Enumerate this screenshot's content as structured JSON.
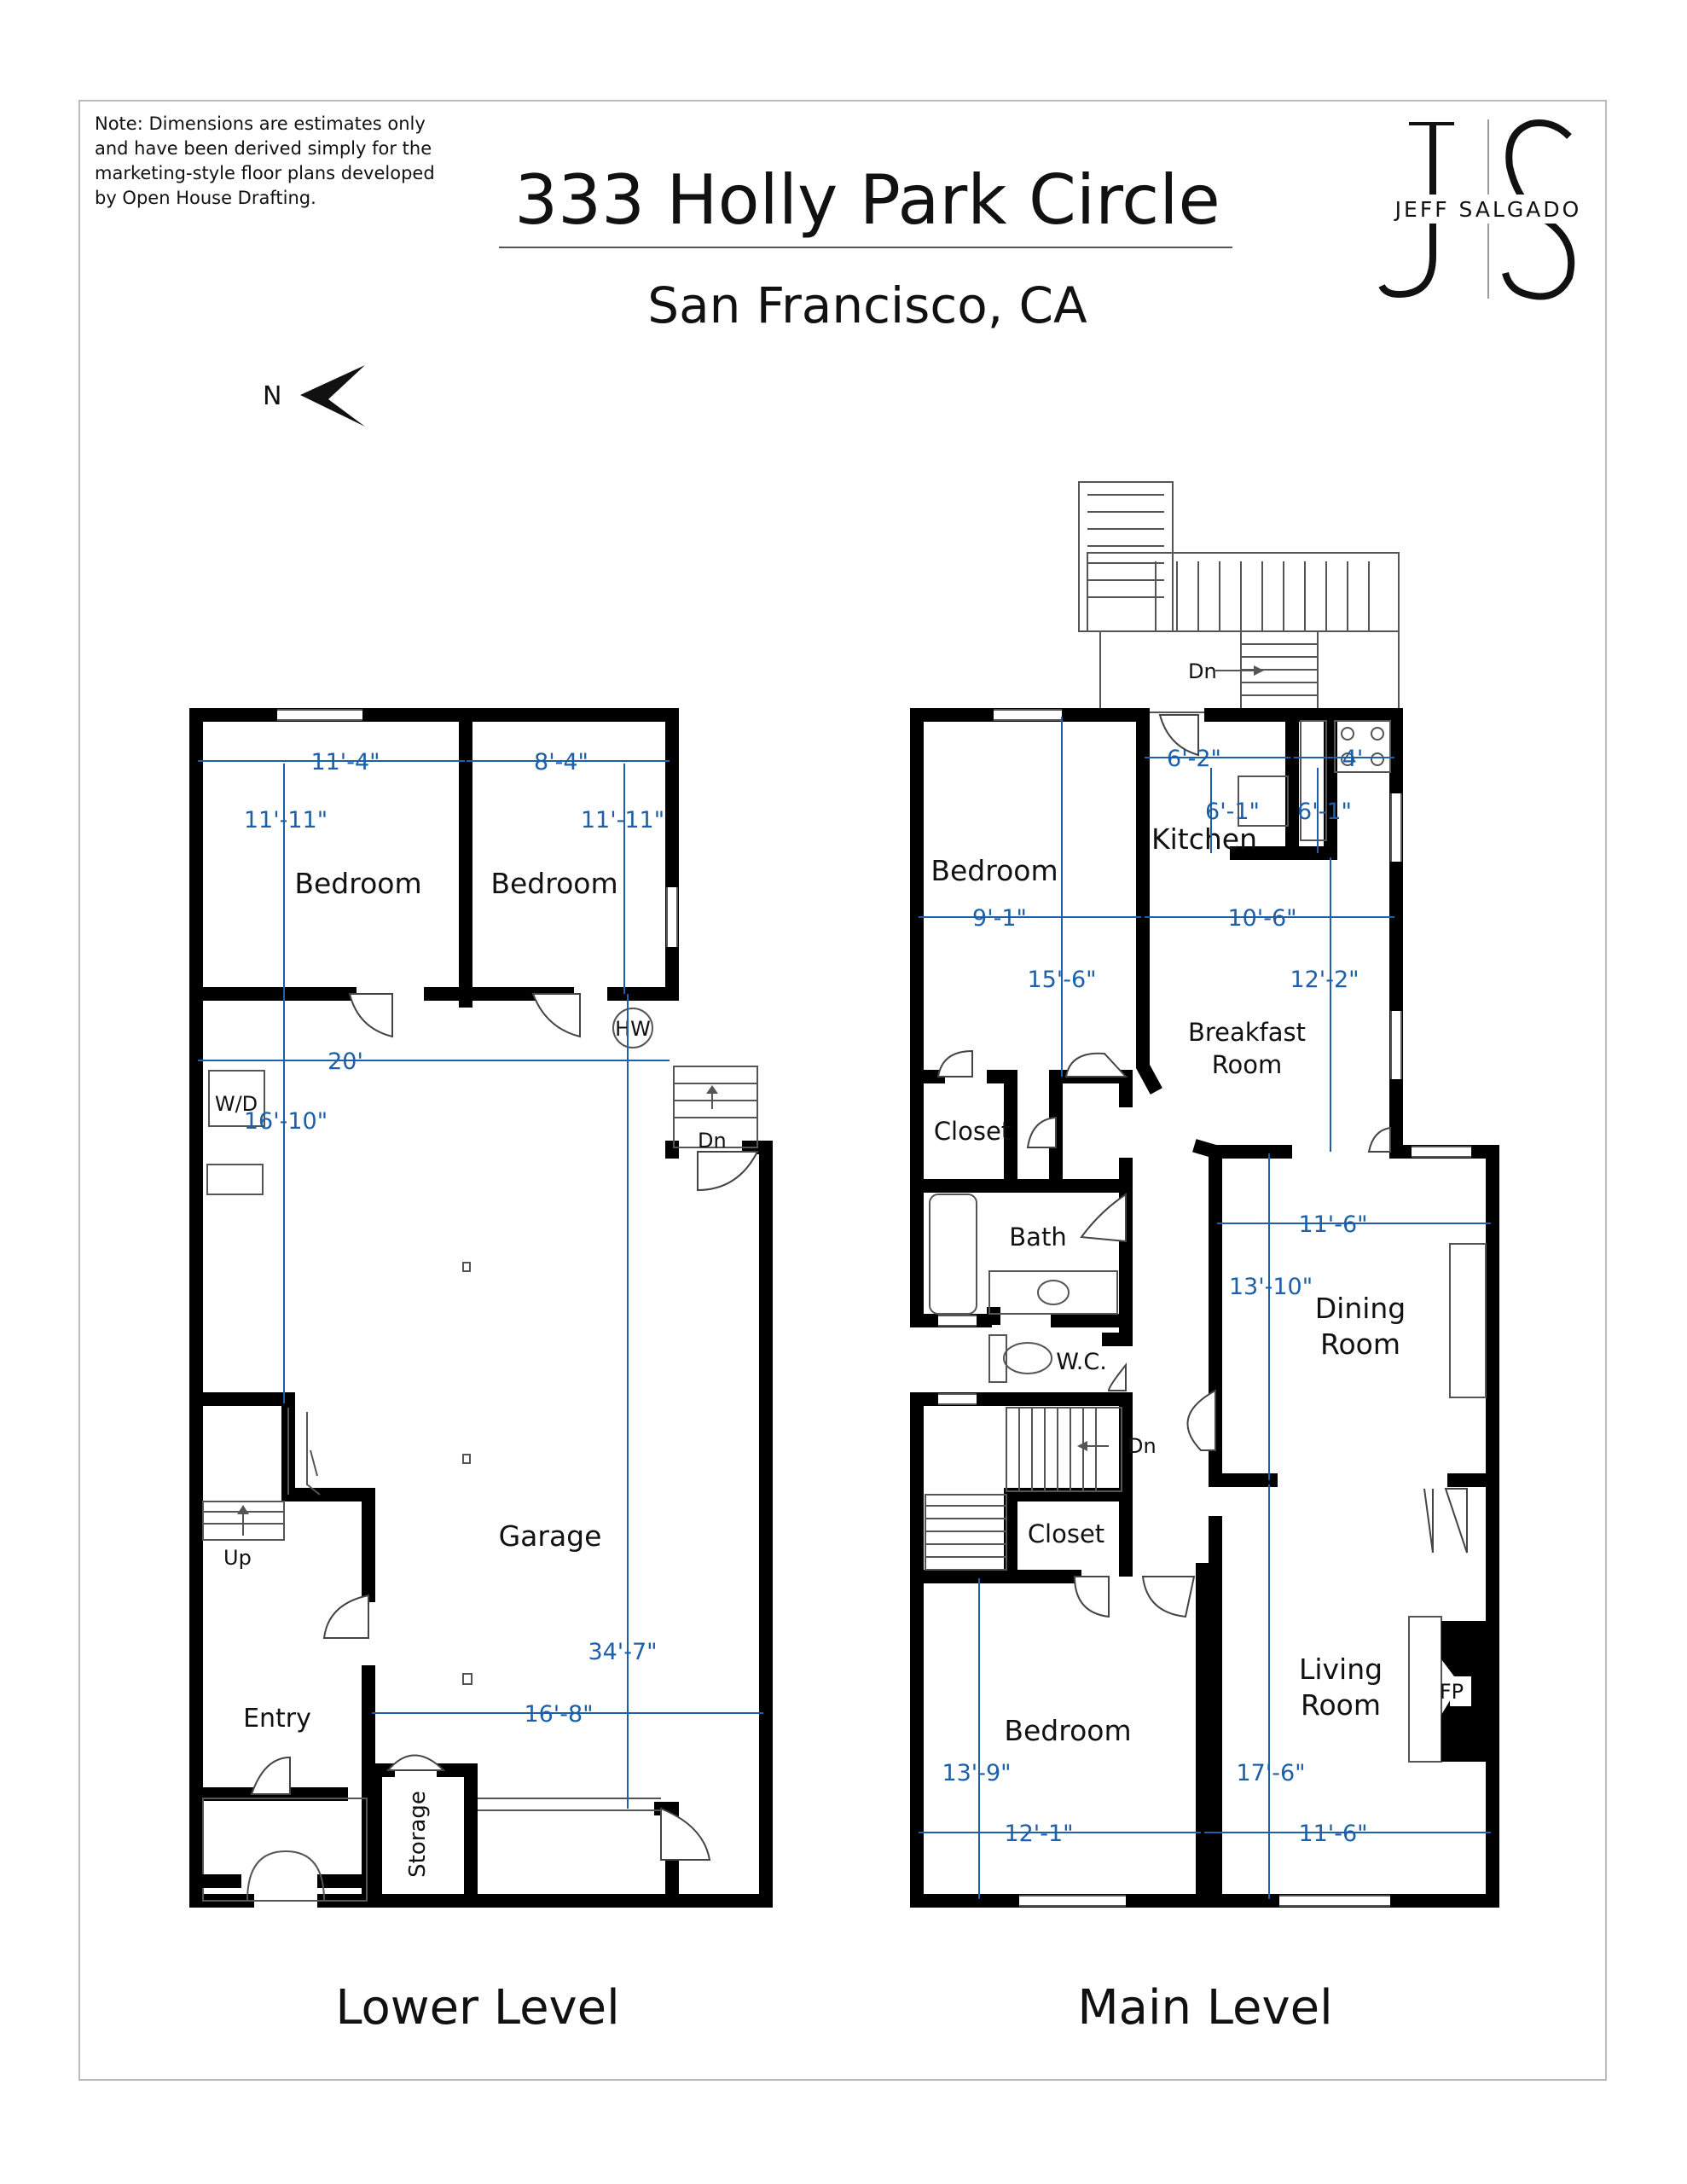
{
  "header": {
    "note": [
      "Note: Dimensions are estimates only",
      "and have been derived simply for the",
      "marketing-style floor plans developed",
      "by Open House Drafting."
    ],
    "title": "333 Holly Park Circle",
    "subtitle": "San Francisco, CA",
    "north": "N",
    "logo_text": "JEFF SALGADO"
  },
  "lower_level": {
    "caption": "Lower Level",
    "rooms": {
      "bedroom1": "Bedroom",
      "bedroom2": "Bedroom",
      "garage": "Garage",
      "entry": "Entry",
      "storage": "Storage",
      "hw": "HW",
      "wd": "W/D",
      "up": "Up",
      "dn": "Dn"
    },
    "dims": {
      "bed1_w": "11'-4\"",
      "bed2_w": "8'-4\"",
      "bed1_h": "11'-11\"",
      "bed2_h": "11'-11\"",
      "garage_w": "20'",
      "garage_h1": "16'-10\"",
      "garage_h2": "34'-7\"",
      "garage_w2": "16'-8\""
    }
  },
  "main_level": {
    "caption": "Main Level",
    "rooms": {
      "bedroom_front": "Bedroom",
      "kitchen": "Kitchen",
      "breakfast1": "Breakfast",
      "breakfast2": "Room",
      "closet1": "Closet",
      "bath": "Bath",
      "wc": "W.C.",
      "dining1": "Dining",
      "dining2": "Room",
      "closet2": "Closet",
      "bedroom_rear": "Bedroom",
      "living1": "Living",
      "living2": "Room",
      "fp": "FP",
      "dn_top": "Dn",
      "dn_mid": "Dn"
    },
    "dims": {
      "k1": "6'-2\"",
      "k2": "4'",
      "k3": "6'-1\"",
      "k4": "6'-1\"",
      "bed_w": "9'-1\"",
      "bed_h": "15'-6\"",
      "bf_w": "10'-6\"",
      "bf_h": "12'-2\"",
      "din_w": "11'-6\"",
      "din_h": "13'-10\"",
      "bed2_h": "13'-9\"",
      "bed2_w": "12'-1\"",
      "liv_h": "17'-6\"",
      "liv_w": "11'-6\""
    }
  },
  "colors": {
    "dimension": "#1d5fa8",
    "wall": "#000000"
  }
}
